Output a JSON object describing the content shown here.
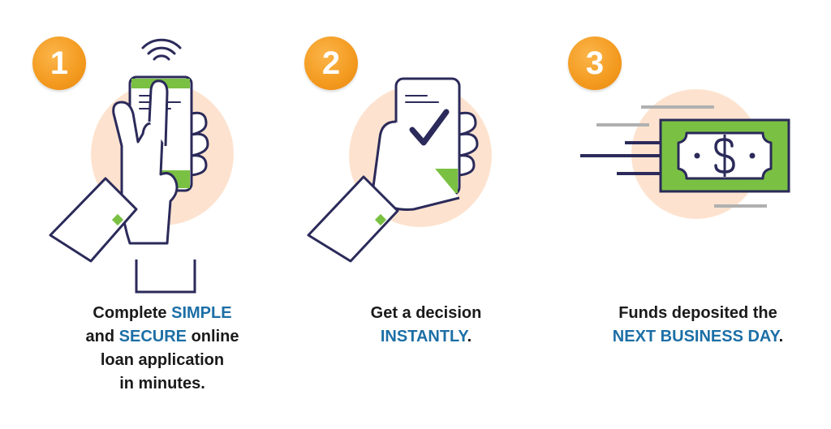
{
  "colors": {
    "badge_orange": "#f39a1f",
    "highlight_blue": "#1c6fa6",
    "green": "#7ac143",
    "peach_circle": "#fde3cf",
    "outline_navy": "#2b2a5a"
  },
  "steps": [
    {
      "number": "1",
      "icon": "hand-tapping-phone-icon",
      "caption": {
        "l1a": "Complete ",
        "l1b": "SIMPLE",
        "l2a": "and ",
        "l2b": "SECURE",
        "l2c": " online",
        "l3": "loan application",
        "l4": "in minutes."
      }
    },
    {
      "number": "2",
      "icon": "phone-checkmark-icon",
      "caption": {
        "l1": "Get a decision",
        "l2a": "INSTANTLY",
        "l2b": "."
      }
    },
    {
      "number": "3",
      "icon": "flying-dollar-bill-icon",
      "caption": {
        "l1": "Funds deposited the",
        "l2a": "NEXT BUSINESS DAY",
        "l2b": "."
      }
    }
  ]
}
